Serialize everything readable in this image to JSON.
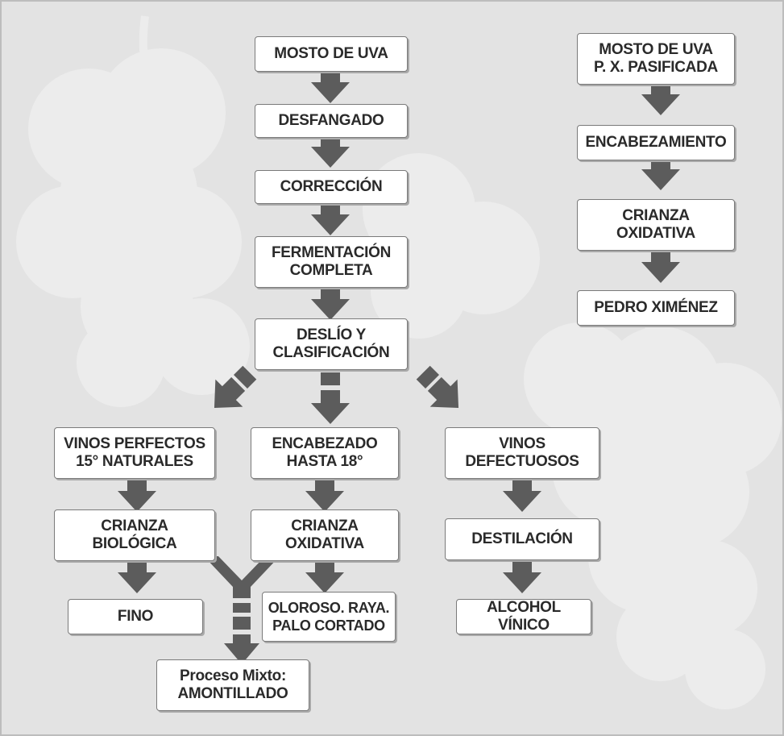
{
  "diagram": {
    "boxes": {
      "mosto_uva": "MOSTO DE UVA",
      "desfangado": "DESFANGADO",
      "correccion": "CORRECCIÓN",
      "fermentacion": [
        "FERMENTACIÓN",
        "COMPLETA"
      ],
      "deslio": [
        "DESLÍO Y",
        "CLASIFICACIÓN"
      ],
      "mosto_px": [
        "MOSTO DE UVA",
        "P. X. PASIFICADA"
      ],
      "encabezamiento": "ENCABEZAMIENTO",
      "crianza_oxidativa_px": [
        "CRIANZA",
        "OXIDATIVA"
      ],
      "pedro_ximenez": "PEDRO XIMÉNEZ",
      "vinos_perfectos": [
        "VINOS PERFECTOS",
        "15° NATURALES"
      ],
      "encabezado": [
        "ENCABEZADO",
        "HASTA 18°"
      ],
      "vinos_defectuosos": [
        "VINOS",
        "DEFECTUOSOS"
      ],
      "crianza_biologica": [
        "CRIANZA",
        "BIOLÓGICA"
      ],
      "crianza_oxidativa": [
        "CRIANZA",
        "OXIDATIVA"
      ],
      "destilacion": "DESTILACIÓN",
      "fino": "FINO",
      "oloroso": [
        "OLOROSO. RAYA.",
        "PALO CORTADO"
      ],
      "alcohol_vinico": "ALCOHOL VÍNICO",
      "proceso_mixto": [
        "Proceso Mixto:",
        "AMONTILLADO"
      ]
    },
    "colors": {
      "arrow": "#5c5c5c",
      "box_fill": "#ffffff",
      "background": "#e3e3e3"
    }
  }
}
